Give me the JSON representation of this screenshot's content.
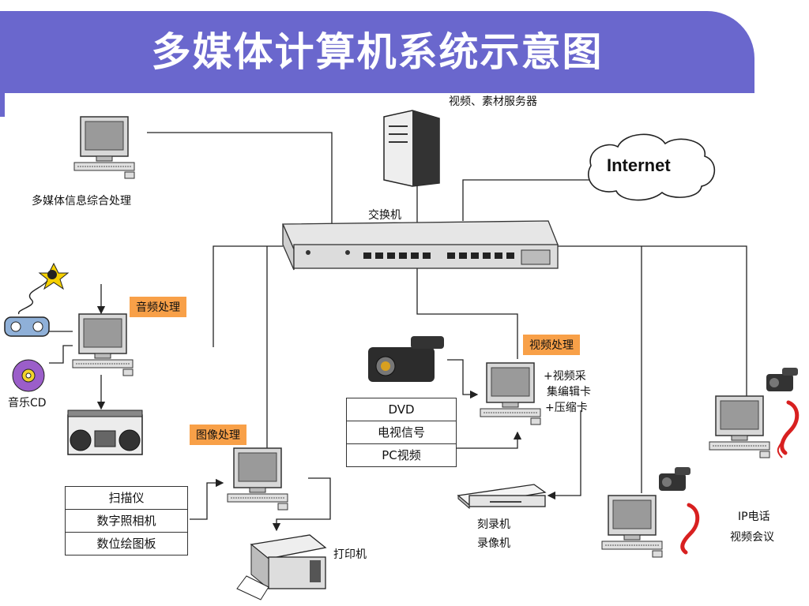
{
  "title": "多媒体计算机系统示意图",
  "labels": {
    "server": "视频、素材服务器",
    "internet": "Internet",
    "multimedia_info": "多媒体信息综合处理",
    "switch": "交换机",
    "audio_processing": "音频处理",
    "music_cd": "音乐CD",
    "video_processing": "视频处理",
    "video_card_1": "+视频采",
    "video_card_2": "集编辑卡",
    "video_card_3": "+压缩卡",
    "image_processing": "图像处理",
    "printer": "打印机",
    "burner": "刻录机",
    "recorder": "录像机",
    "ip_phone": "IP电话",
    "video_conference": "视频会议"
  },
  "video_sources": [
    "DVD",
    "电视信号",
    "PC视频"
  ],
  "image_sources": [
    "扫描仪",
    "数字照相机",
    "数位绘图板"
  ],
  "colors": {
    "title_band": "#6a67cd",
    "tag": "#f8a048"
  }
}
